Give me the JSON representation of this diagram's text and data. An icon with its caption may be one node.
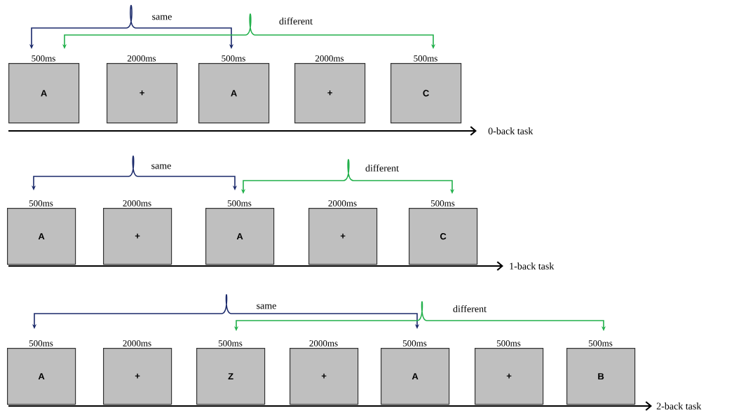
{
  "diagram": {
    "nodes": [
      {
        "text": [
          "A"
        ],
        "beside": [
          "500ms"
        ]
      },
      {
        "text": [
          "+"
        ],
        "beside": [
          "2000ms"
        ]
      },
      {
        "text": [
          "A"
        ],
        "beside": [
          "500ms"
        ]
      },
      {
        "text": [
          "+"
        ],
        "beside": [
          "2000ms"
        ]
      },
      {
        "text": [
          "C"
        ],
        "beside": [
          "500ms"
        ]
      },
      {
        "text": [
          "A"
        ],
        "beside": [
          "500ms"
        ]
      },
      {
        "text": [
          "+"
        ],
        "beside": [
          "2000ms"
        ]
      },
      {
        "text": [
          "A"
        ],
        "beside": [
          "500ms"
        ]
      },
      {
        "text": [
          "+"
        ],
        "beside": [
          "2000ms"
        ]
      },
      {
        "text": [
          "C"
        ],
        "beside": [
          "500ms"
        ]
      },
      {
        "text": [
          "A"
        ],
        "beside": [
          "500ms"
        ]
      },
      {
        "text": [
          "+"
        ],
        "beside": [
          "2000ms"
        ]
      },
      {
        "text": [
          "Z"
        ],
        "beside": [
          "500ms"
        ]
      },
      {
        "text": [
          "+"
        ],
        "beside": [
          "2000ms"
        ]
      },
      {
        "text": [
          "A"
        ],
        "beside": [
          "500ms"
        ]
      },
      {
        "text": [
          "+"
        ],
        "beside": [
          "500ms"
        ]
      },
      {
        "text": [
          "B"
        ],
        "beside": [
          "500ms"
        ]
      }
    ],
    "edges": [
      {
        "from": 0,
        "to": 2,
        "arrow": "both",
        "label": "same",
        "color": "#1b2a6b"
      },
      {
        "from": 0,
        "to": 4,
        "arrow": "both",
        "label": "different",
        "color": "#22b04b"
      },
      {
        "from": 5,
        "to": 7,
        "arrow": "both",
        "label": "same",
        "color": "#1b2a6b"
      },
      {
        "from": 7,
        "to": 9,
        "arrow": "both",
        "label": "different",
        "color": "#22b04b"
      },
      {
        "from": 10,
        "to": 14,
        "arrow": "both",
        "label": "same",
        "color": "#1b2a6b"
      },
      {
        "from": 12,
        "to": 16,
        "arrow": "both",
        "label": "different",
        "color": "#22b04b"
      }
    ],
    "labels": [
      "0-back task",
      "1-back task",
      "2-back task"
    ]
  }
}
